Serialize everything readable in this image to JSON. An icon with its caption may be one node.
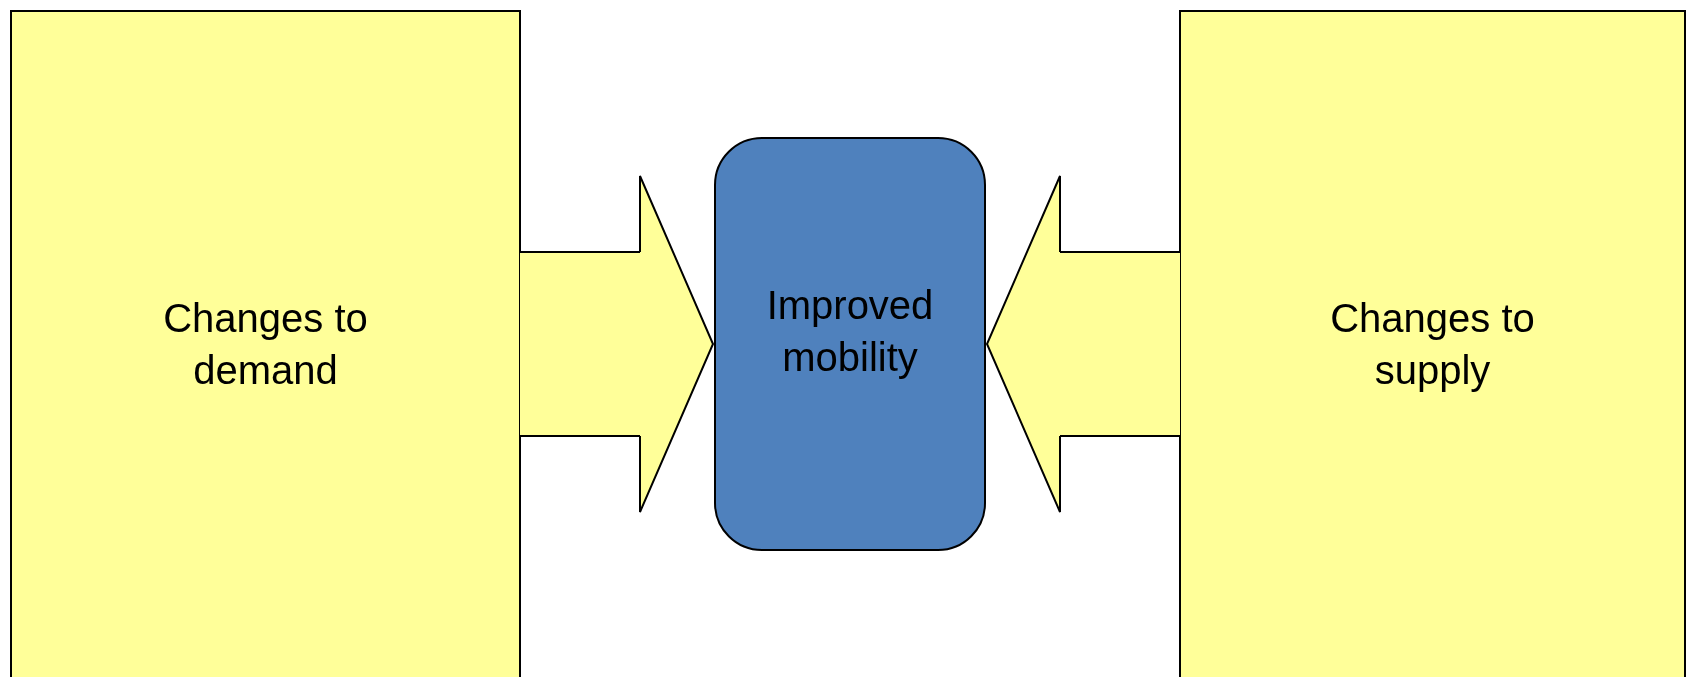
{
  "diagram": {
    "nodes": [
      {
        "text": [
          "Changes to demand"
        ]
      },
      {
        "text": [
          "Improved mobility"
        ]
      },
      {
        "text": [
          "Changes to supply"
        ]
      }
    ],
    "edges": [
      {
        "from": 0,
        "to": 1,
        "arrow": "to"
      },
      {
        "from": 2,
        "to": 1,
        "arrow": "to"
      }
    ]
  }
}
